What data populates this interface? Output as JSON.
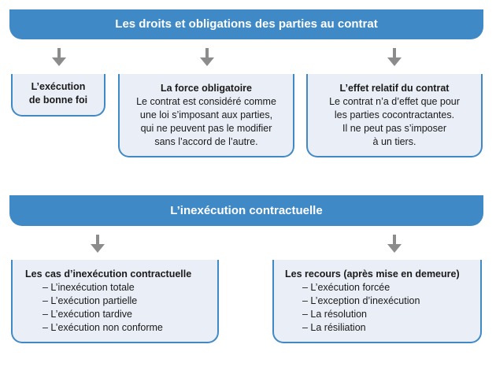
{
  "section1": {
    "title": "Les droits et obligations des parties au contrat",
    "boxes": [
      {
        "title": "L’exécution\nde bonne foi",
        "text": ""
      },
      {
        "title": "La force obligatoire",
        "text": "Le contrat est considéré comme\nune loi s’imposant aux parties,\nqui ne peuvent pas le modifier\nsans l’accord de l’autre."
      },
      {
        "title": "L’effet relatif du contrat",
        "text": "Le contrat n’a d’effet que pour\nles parties cocontractantes.\nIl ne peut pas s’imposer\nà un tiers."
      }
    ]
  },
  "section2": {
    "title": "L’inexécution contractuelle",
    "boxes": [
      {
        "title": "Les cas d’inexécution contractuelle",
        "items": [
          "– L’inexécution totale",
          "– L’exécution partielle",
          "– L’exécution tardive",
          "– L’exécution non conforme"
        ]
      },
      {
        "title": "Les recours (après mise en demeure)",
        "items": [
          "– L’exécution forcée",
          "– L’exception d’inexécution",
          "– La résolution",
          "– La résiliation"
        ]
      }
    ]
  },
  "colors": {
    "accent": "#3f8ac6",
    "box_fill": "#e9eef7",
    "arrow": "#8c8c8c"
  }
}
